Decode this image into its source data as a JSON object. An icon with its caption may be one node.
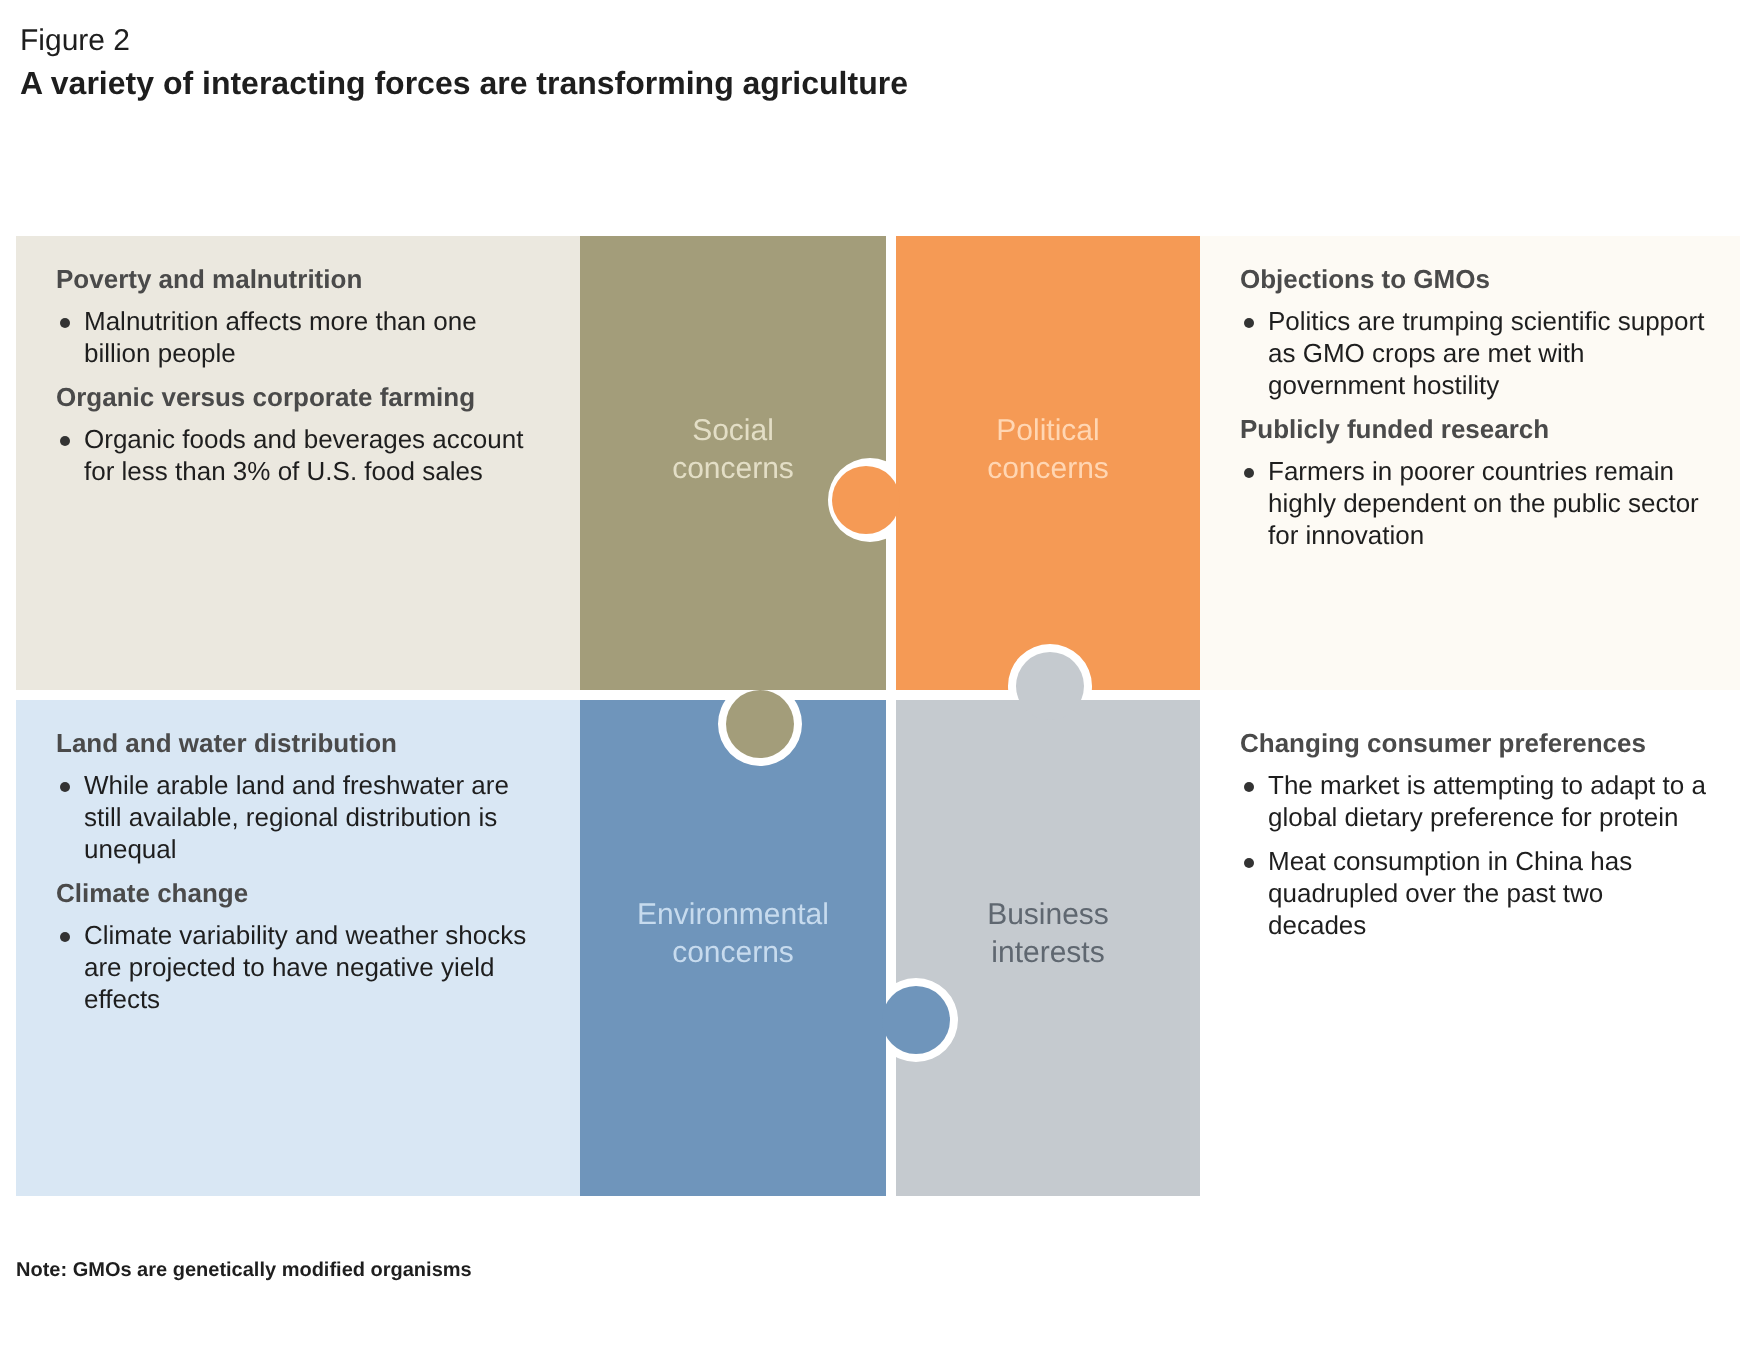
{
  "diagram": {
    "title": "A variety of interacting forces are transforming agriculture",
    "caption": "Note: GMOs are genetically modified organisms",
    "labels": [
      "Figure 2"
    ],
    "nodes": [
      {
        "text": [
          "Poverty and malnutrition",
          "Malnutrition affects more than one billion people",
          "Organic versus corporate farming",
          "Organic foods and beverages account for less than 3% of U.S. food sales"
        ]
      },
      {
        "text": [
          "Social concerns"
        ]
      },
      {
        "text": [
          "Political concerns"
        ]
      },
      {
        "text": [
          "Objections to GMOs",
          "Politics are trumping scientific support as GMO crops are met with government hostility",
          "Publicly funded research",
          "Farmers in poorer countries remain highly dependent on the public sector for innovation"
        ]
      },
      {
        "text": [
          "Land and water distribution",
          "While arable land and freshwater are still available, regional distribution is unequal",
          "Climate change",
          "Climate variability and weather shocks are projected to have negative yield effects"
        ]
      },
      {
        "text": [
          "Environmental concerns"
        ]
      },
      {
        "text": [
          "Business interests"
        ]
      },
      {
        "text": [
          "Changing consumer preferences",
          "The market is attempting to adapt to a global dietary preference for protein",
          "Meat consumption in China has quadrupled over the past two decades"
        ]
      }
    ],
    "edges": []
  }
}
